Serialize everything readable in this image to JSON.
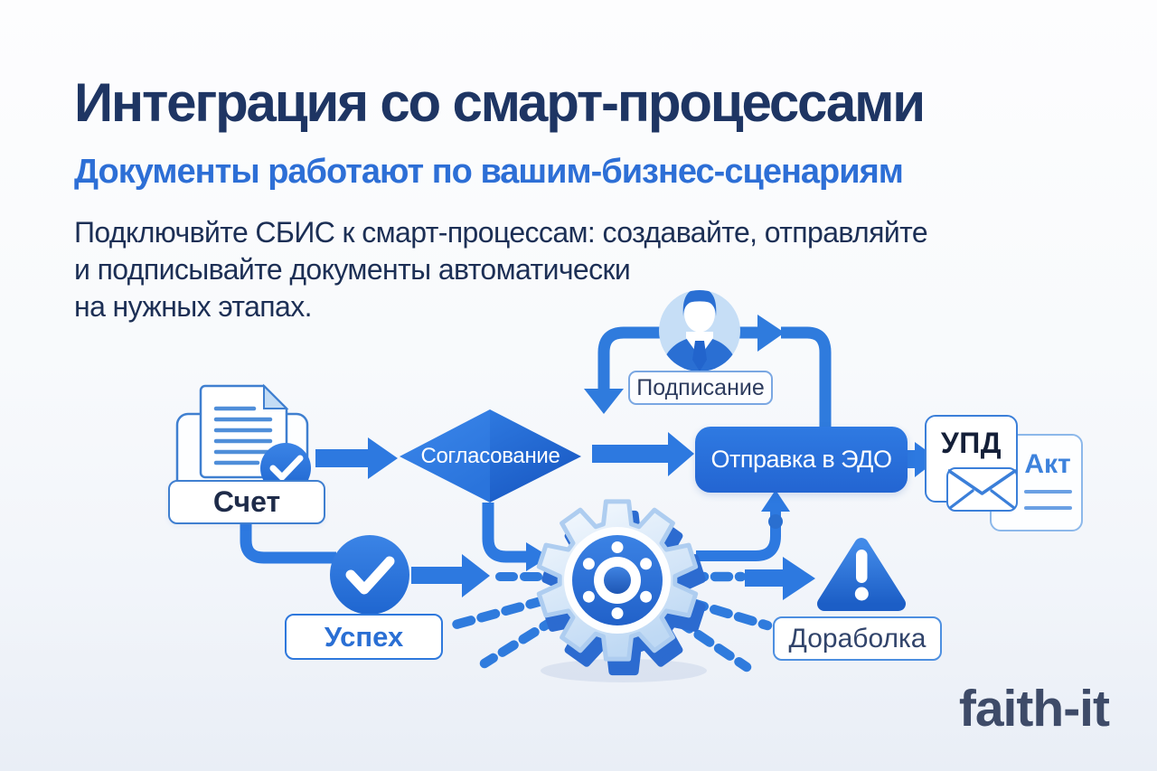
{
  "title": "Интеграция со смарт-процессами",
  "subtitle": "Документы работают по вашим-бизнес-сценариям",
  "intro": "Подключвйте СБИС к смарт-процессам: создавайте, отправляйте\nи подписывайте документы автоматически\nна нужных этапах.",
  "brand": "faith-it",
  "flow": {
    "invoice": "Счет",
    "approval": "Согласование",
    "signing": "Подписание",
    "send_edo": "Отправка в ЭДО",
    "doc_upd": "УПД",
    "doc_akt": "Акт",
    "success": "Успех",
    "rework": "Дораболка"
  },
  "colors": {
    "accent": "#2d79e0",
    "accent_dark": "#1d5fc6",
    "title": "#1e3563",
    "subtitle": "#2d6fd6",
    "body_text": "#1c2f55",
    "background": "#f8fafc"
  }
}
